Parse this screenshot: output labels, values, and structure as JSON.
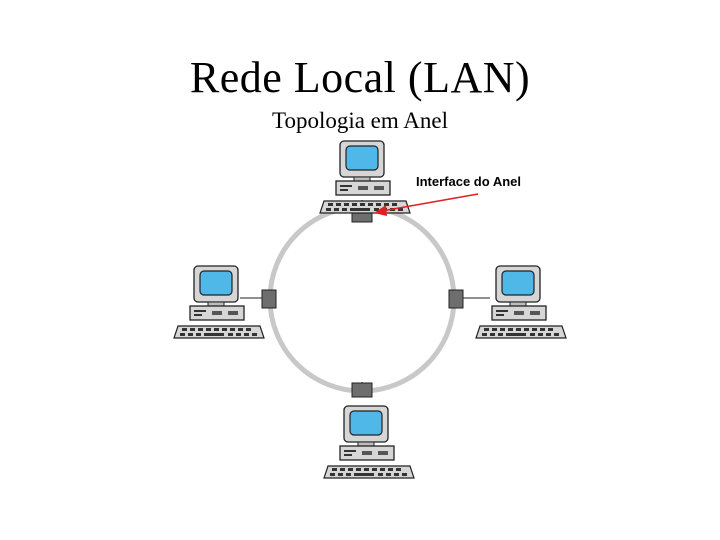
{
  "slide": {
    "title": "Rede Local (LAN)",
    "subtitle": "Topologia em Anel"
  },
  "diagram": {
    "topology": "ring",
    "annotation": {
      "label": "Interface do Anel",
      "arrow_color": "#e02020"
    },
    "colors": {
      "ring": "#c8c8c8",
      "interface": "#6e6e6e",
      "screen": "#4fb8e8",
      "computer_body": "#d6d6d6"
    },
    "nodes": [
      {
        "id": "top",
        "icon": "desktop-computer-icon"
      },
      {
        "id": "left",
        "icon": "desktop-computer-icon"
      },
      {
        "id": "right",
        "icon": "desktop-computer-icon"
      },
      {
        "id": "bottom",
        "icon": "desktop-computer-icon"
      }
    ]
  }
}
